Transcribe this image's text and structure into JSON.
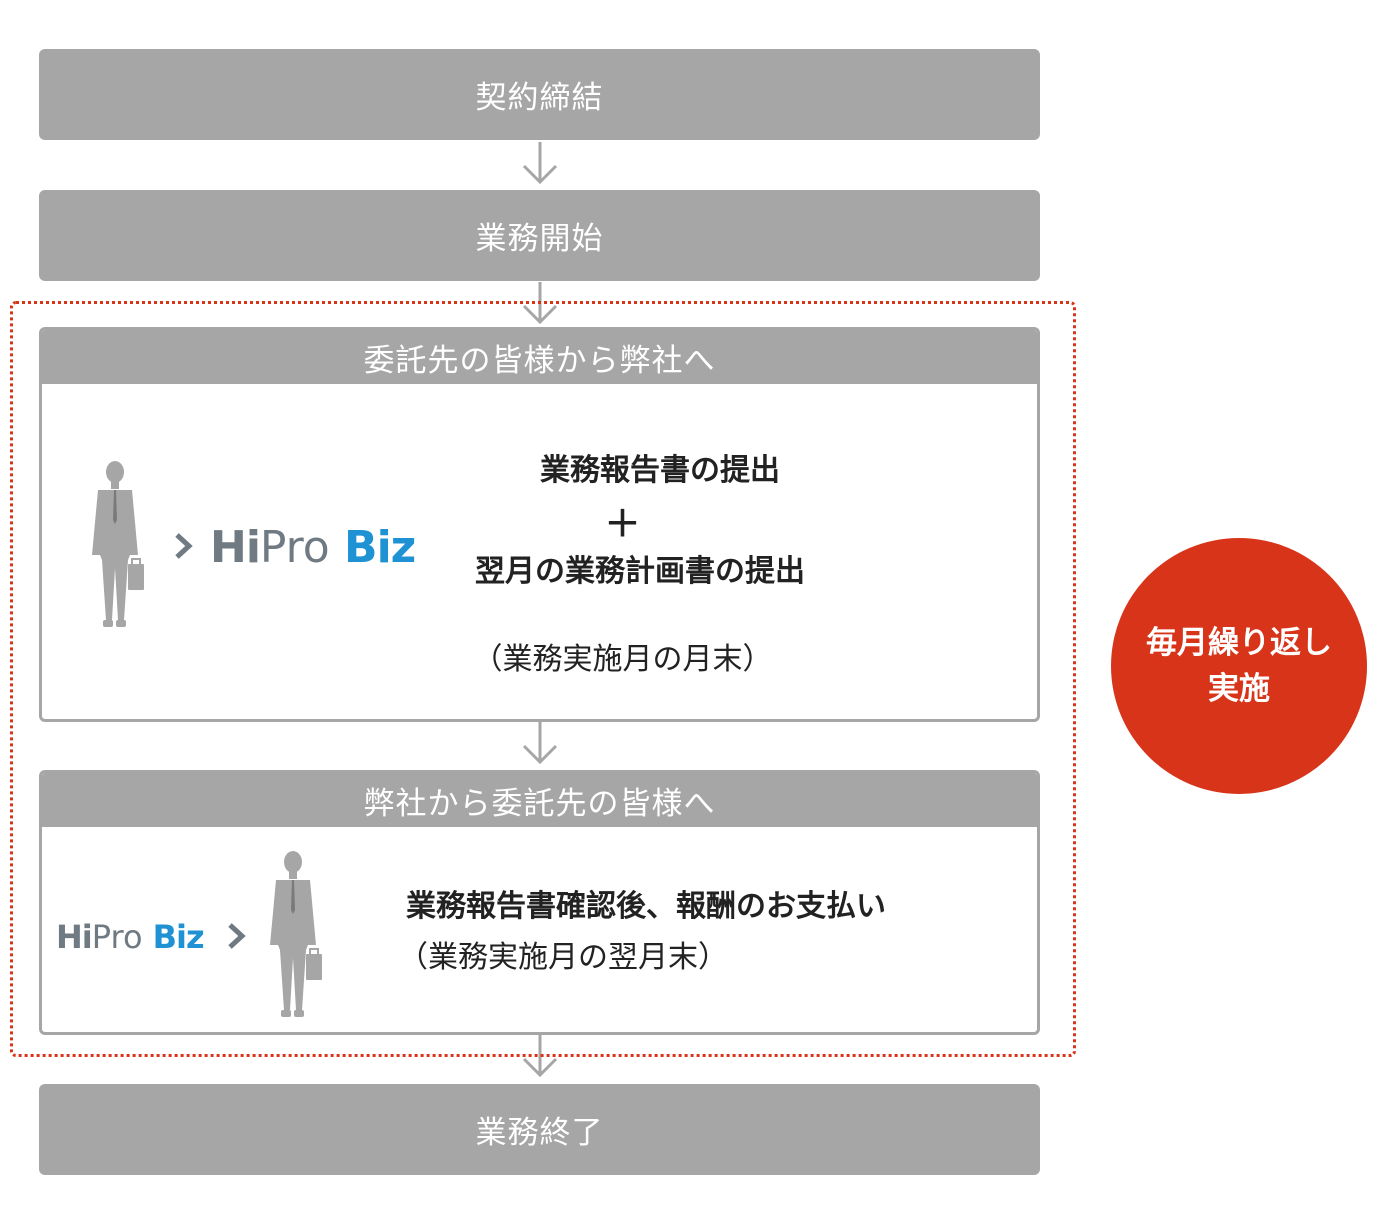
{
  "steps": {
    "contract": "契約締結",
    "start": "業務開始",
    "end": "業務終了"
  },
  "panel1": {
    "header": "委託先の皆様から弊社へ",
    "line1": "業務報告書の提出",
    "plus": "＋",
    "line2": "翌月の業務計画書の提出",
    "note": "（業務実施月の月末）"
  },
  "panel2": {
    "header": "弊社から委託先の皆様へ",
    "line1": "業務報告書確認後、報酬のお支払い",
    "note": "（業務実施月の翌月末）"
  },
  "logo": {
    "hi": "Hi",
    "pro": "Pro",
    "biz": "Biz"
  },
  "badge": {
    "line1": "毎月繰り返し",
    "line2": "実施"
  },
  "colors": {
    "step_gray": "#a6a6a6",
    "loop_red": "#d8341a",
    "logo_gray": "#6f7a83",
    "logo_blue": "#1f92d4"
  },
  "icons": [
    "person-icon",
    "chevron-right-icon",
    "arrow-down-icon"
  ]
}
